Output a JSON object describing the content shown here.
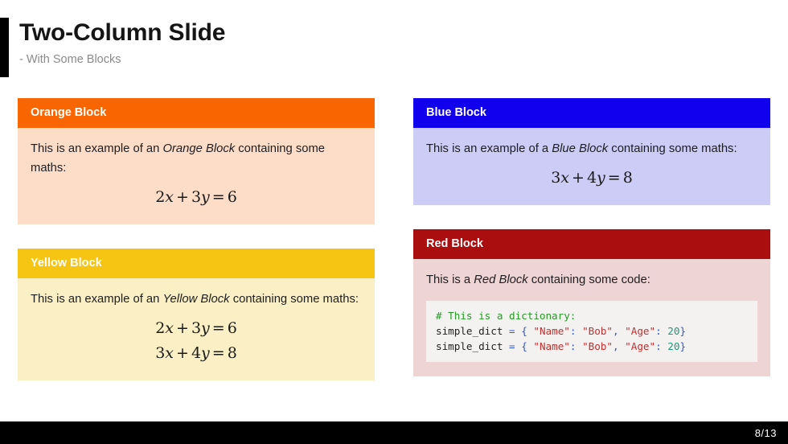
{
  "slide": {
    "title": "Two-Column Slide",
    "subtitle": "- With Some Blocks",
    "accent_bar_color": "#000000"
  },
  "columns": {
    "left": [
      {
        "id": "orange-block",
        "header": "Orange Block",
        "header_color": "#f96500",
        "body_color": "#fdddc8",
        "text_before": "This is an example of an ",
        "text_emphasis": "Orange Block",
        "text_after": " containing some maths:",
        "equations": [
          "2x + 3y = 6"
        ]
      },
      {
        "id": "yellow-block",
        "header": "Yellow Block",
        "header_color": "#f6c413",
        "body_color": "#fbf0c5",
        "text_before": "This is an example of an ",
        "text_emphasis": "Yellow Block",
        "text_after": " containing some maths:",
        "equations": [
          "2x + 3y = 6",
          "3x + 4y = 8"
        ]
      }
    ],
    "right": [
      {
        "id": "blue-block",
        "header": "Blue Block",
        "header_color": "#1100ee",
        "body_color": "#ccccf6",
        "text_before": "This is an example of a ",
        "text_emphasis": "Blue Block",
        "text_after": " containing some maths:",
        "equations": [
          "3x + 4y = 8"
        ]
      },
      {
        "id": "red-block",
        "header": "Red Block",
        "header_color": "#aa0e0e",
        "body_color": "#eed4d4",
        "text_before": "This is a ",
        "text_emphasis": "Red Block",
        "text_after": " containing some code:",
        "code": {
          "background": "#f3f2f0",
          "lines": [
            "# This is a dictionary:",
            "simple_dict = { \"Name\": \"Bob\", \"Age\": 20}",
            "simple_dict = { \"Name\": \"Bob\", \"Age\": 20}"
          ]
        }
      }
    ]
  },
  "footer": {
    "page_number": "8/13",
    "background": "#000000"
  }
}
